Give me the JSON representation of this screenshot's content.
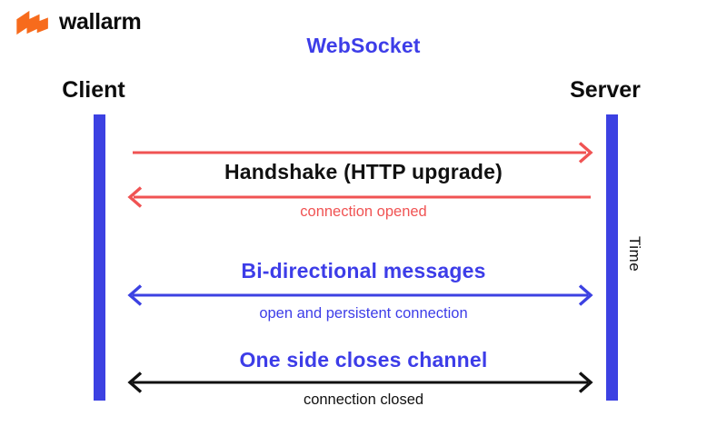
{
  "brand": {
    "name": "wallarm",
    "logo_icon": "wallarm-zigzag-mark",
    "logo_color": "#f76b1c"
  },
  "title": "WebSocket",
  "actors": {
    "client": "Client",
    "server": "Server"
  },
  "time_label": "Time",
  "colors": {
    "accent_blue": "#3c41e2",
    "accent_red": "#f05353",
    "text_black": "#111111",
    "logo_orange": "#f76b1c"
  },
  "messages": [
    {
      "heading": "Handshake (HTTP upgrade)",
      "heading_color": "#111111",
      "caption": "connection opened",
      "caption_color": "#f05353",
      "arrows": [
        {
          "direction": "client-to-server",
          "color": "#f05353"
        },
        {
          "direction": "server-to-client",
          "color": "#f05353"
        }
      ]
    },
    {
      "heading": "Bi-directional messages",
      "heading_color": "#3d3de8",
      "caption": "open and persistent connection",
      "caption_color": "#3d3de8",
      "arrows": [
        {
          "direction": "bidirectional",
          "color": "#3c41e2"
        }
      ]
    },
    {
      "heading": "One side closes channel",
      "heading_color": "#3d3de8",
      "caption": "connection closed",
      "caption_color": "#111111",
      "arrows": [
        {
          "direction": "bidirectional",
          "color": "#111111"
        }
      ]
    }
  ]
}
